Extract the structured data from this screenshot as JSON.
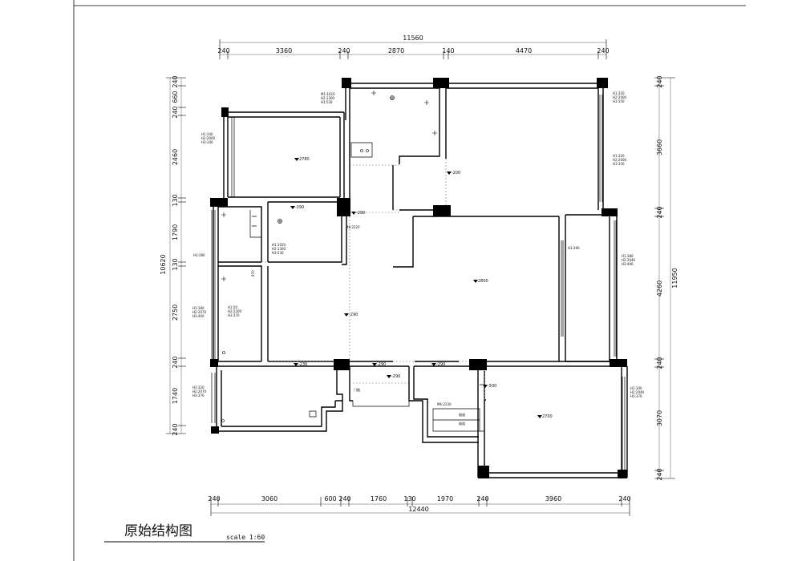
{
  "dimensions": {
    "top_total": "11560",
    "top_segments": [
      "240",
      "3360",
      "240",
      "2870",
      "140",
      "4470",
      "240"
    ],
    "bottom_total": "12440",
    "bottom_segments": [
      "240",
      "3060",
      "600",
      "240",
      "1760",
      "130",
      "1970",
      "240",
      "3960",
      "240"
    ],
    "left_total": "10620",
    "left_segments": [
      "240",
      "660",
      "240",
      "2460",
      "130",
      "1790",
      "130",
      "2750",
      "240",
      "1740",
      "240"
    ],
    "right_total": "11950",
    "right_segments": [
      "240",
      "3660",
      "240",
      "4260",
      "240",
      "3070",
      "240"
    ]
  },
  "window_notes": {
    "w_top_bath": [
      "M1:1020",
      "H2:1300",
      "H3:530"
    ],
    "w_right_1": [
      "H1:320",
      "H2:2000",
      "H3:350"
    ],
    "w_right_2": [
      "H1:320",
      "H2:2000",
      "H3:350"
    ],
    "w_left_bed": [
      "H1:340",
      "H2:2000",
      "H3:340"
    ],
    "w_mid_bath": [
      "H1:1020",
      "H2:1300",
      "H3:530"
    ],
    "w_left_mid": [
      "H1:380",
      "H2:2070",
      "H3:400"
    ],
    "w_left_low": [
      "H1:320",
      "H2:2070",
      "H3:370"
    ],
    "w_right_mid": [
      "H1:380",
      "H2:2040",
      "H3:400"
    ],
    "w_right_low": [
      "H1:340",
      "H2:2040",
      "H3:370"
    ],
    "w_small": [
      "H1:50",
      "H2:2200",
      "H3:370"
    ]
  },
  "height_marks": {
    "h_bed_top": "2780",
    "h_top_mid": "-200",
    "h_bath_1": "-290",
    "h_bath_2": "-290",
    "h_corr": "-290",
    "h_living": "2800",
    "h_low_1": "-230",
    "h_low_2": "-290",
    "h_low_3": "-290",
    "h_low_4": "-290",
    "h_kitchen": "-500",
    "h_balcony": "2700"
  },
  "notes": {
    "h3_left": "H3:380",
    "h3_right": "H3:390",
    "door_mark_1": "M6:2220",
    "door_mark_2": "M6:2230",
    "door_label": "门槛",
    "shaft_1": "烟道",
    "shaft_2": "烟道",
    "side_mark": "870"
  },
  "title": "原始结构图",
  "scale": "scale 1:60"
}
